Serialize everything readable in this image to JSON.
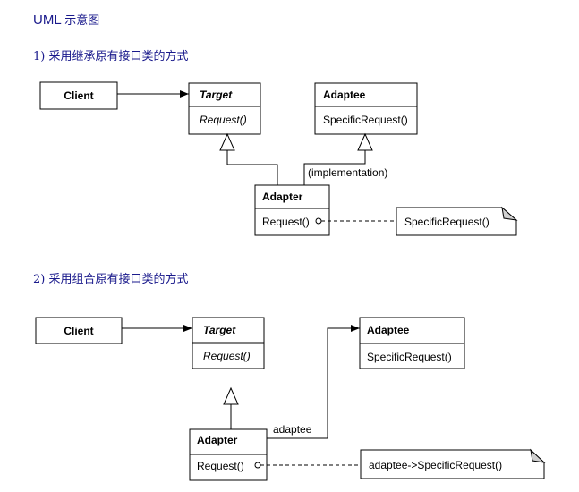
{
  "title": {
    "uml": "UML",
    "cn": "示意图"
  },
  "section1": {
    "heading": "1) 采用继承原有接口类的方式",
    "client": "Client",
    "target": {
      "name": "Target",
      "op": "Request()"
    },
    "adaptee": {
      "name": "Adaptee",
      "op": "SpecificRequest()"
    },
    "adapter": {
      "name": "Adapter",
      "op": "Request()"
    },
    "implementation_label": "(implementation)",
    "note": "SpecificRequest()"
  },
  "section2": {
    "heading": "2) 采用组合原有接口类的方式",
    "client": "Client",
    "target": {
      "name": "Target",
      "op": "Request()"
    },
    "adaptee": {
      "name": "Adaptee",
      "op": "SpecificRequest()"
    },
    "adapter": {
      "name": "Adapter",
      "op": "Request()"
    },
    "association_label": "adaptee",
    "note": "adaptee->SpecificRequest()"
  }
}
